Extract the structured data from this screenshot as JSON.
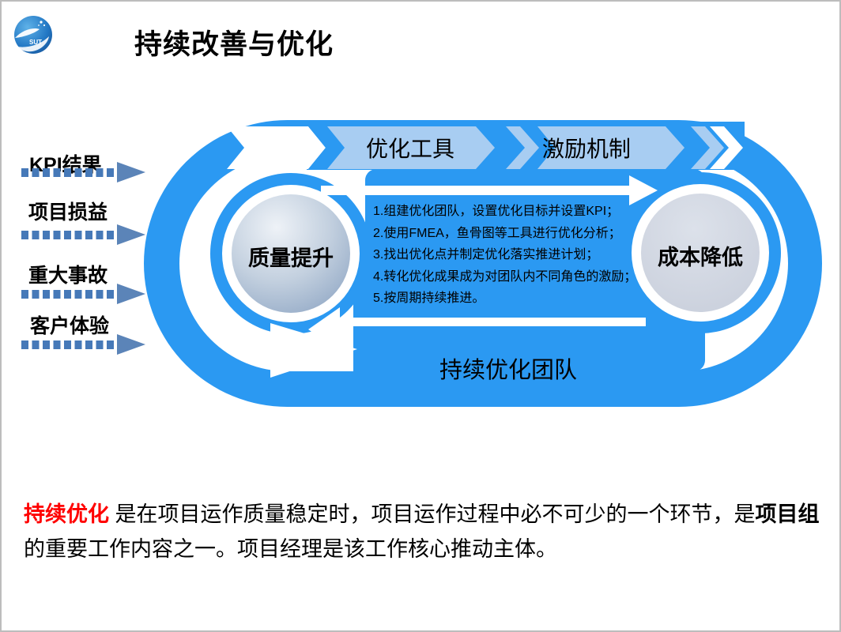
{
  "logo": {
    "text": "SUT"
  },
  "header": {
    "title": "持续改善与优化"
  },
  "inputs": {
    "labels": [
      "KPI结果",
      "项目损益",
      "重大事故",
      "客户体验"
    ]
  },
  "cycle": {
    "banners": [
      {
        "label": "优化工具"
      },
      {
        "label": "激励机制"
      }
    ],
    "left_circle_label": "质量提升",
    "right_circle_label": "成本降低",
    "steps": [
      "1.组建优化团队，设置优化目标并设置KPI；",
      "2.使用FMEA，鱼骨图等工具进行优化分析；",
      "3.找出优化点并制定优化落实推进计划；",
      "4.转化优化成果成为对团队内不同角色的激励；",
      "5.按周期持续推进。"
    ],
    "bottom_label": "持续优化团队"
  },
  "footer": {
    "highlight": "持续优化",
    "text_1": " 是在项目运作质量稳定时，项目运作过程中必不可少的一个环节，是",
    "bold_1": "项目组",
    "text_2": "的重要工作内容之一。项目经理是该工作核心推动主体。"
  },
  "colors": {
    "main_blue": "#2b99f2",
    "light_blue": "#a8cdf2",
    "steel_blue": "#4679b8",
    "highlight_red": "#ff0000",
    "sphere_gray_blue": "#8ba3c2",
    "flat_gray": "#c9cfdb"
  }
}
